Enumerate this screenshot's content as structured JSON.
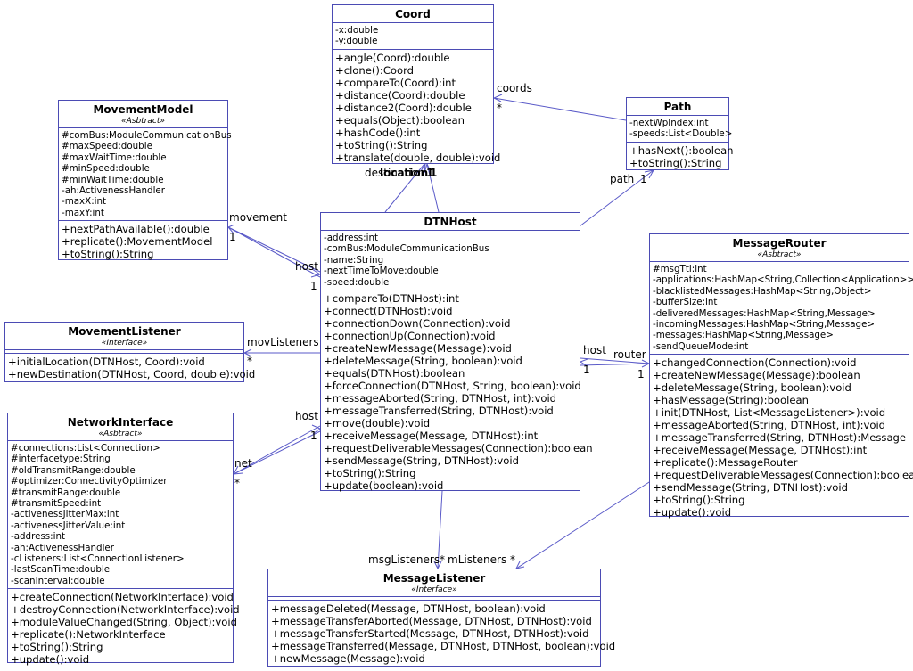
{
  "classes": {
    "coord": {
      "name": "Coord",
      "attributes": [
        "-x:double",
        "-y:double"
      ],
      "operations": [
        "+angle(Coord):double",
        "+clone():Coord",
        "+compareTo(Coord):int",
        "+distance(Coord):double",
        "+distance2(Coord):double",
        "+equals(Object):boolean",
        "+hashCode():int",
        "+toString():String",
        "+translate(double, double):void"
      ]
    },
    "path": {
      "name": "Path",
      "attributes": [
        "-nextWpIndex:int",
        "-speeds:List<Double>"
      ],
      "operations": [
        "+hasNext():boolean",
        "+toString():String"
      ]
    },
    "movement_model": {
      "name": "MovementModel",
      "stereotype": "«Asbtract»",
      "attributes": [
        "#comBus:ModuleCommunicationBus",
        "#maxSpeed:double",
        "#maxWaitTime:double",
        "#minSpeed:double",
        "#minWaitTime:double",
        "-ah:ActivenessHandler",
        "-maxX:int",
        "-maxY:int"
      ],
      "operations": [
        "+nextPathAvailable():double",
        "+replicate():MovementModel",
        "+toString():String"
      ]
    },
    "dtn_host": {
      "name": "DTNHost",
      "attributes": [
        "-address:int",
        "-comBus:ModuleCommunicationBus",
        "-name:String",
        "-nextTimeToMove:double",
        "-speed:double"
      ],
      "operations": [
        "+compareTo(DTNHost):int",
        "+connect(DTNHost):void",
        "+connectionDown(Connection):void",
        "+connectionUp(Connection):void",
        "+createNewMessage(Message):void",
        "+deleteMessage(String, boolean):void",
        "+equals(DTNHost):boolean",
        "+forceConnection(DTNHost, String, boolean):void",
        "+messageAborted(String, DTNHost, int):void",
        "+messageTransferred(String, DTNHost):void",
        "+move(double):void",
        "+receiveMessage(Message, DTNHost):int",
        "+requestDeliverableMessages(Connection):boolean",
        "+sendMessage(String, DTNHost):void",
        "+toString():String",
        "+update(boolean):void"
      ]
    },
    "message_router": {
      "name": "MessageRouter",
      "stereotype": "«Asbtract»",
      "attributes": [
        "#msgTtl:int",
        "-applications:HashMap<String,Collection<Application>>",
        "-blacklistedMessages:HashMap<String,Object>",
        "-bufferSize:int",
        "-deliveredMessages:HashMap<String,Message>",
        "-incomingMessages:HashMap<String,Message>",
        "-messages:HashMap<String,Message>",
        "-sendQueueMode:int"
      ],
      "operations": [
        "+changedConnection(Connection):void",
        "+createNewMessage(Message):boolean",
        "+deleteMessage(String, boolean):void",
        "+hasMessage(String):boolean",
        "+init(DTNHost, List<MessageListener>):void",
        "+messageAborted(String, DTNHost, int):void",
        "+messageTransferred(String, DTNHost):Message",
        "+receiveMessage(Message, DTNHost):int",
        "+replicate():MessageRouter",
        "+requestDeliverableMessages(Connection):boolean",
        "+sendMessage(String, DTNHost):void",
        "+toString():String",
        "+update():void"
      ]
    },
    "movement_listener": {
      "name": "MovementListener",
      "stereotype": "«Interface»",
      "attributes": [],
      "operations": [
        "+initialLocation(DTNHost, Coord):void",
        "+newDestination(DTNHost, Coord, double):void"
      ]
    },
    "network_interface": {
      "name": "NetworkInterface",
      "stereotype": "«Asbtract»",
      "attributes": [
        "#connections:List<Connection>",
        "#interfacetype:String",
        "#oldTransmitRange:double",
        "#optimizer:ConnectivityOptimizer",
        "#transmitRange:double",
        "#transmitSpeed:int",
        "-activenessJitterMax:int",
        "-activenessJitterValue:int",
        "-address:int",
        "-ah:ActivenessHandler",
        "-cListeners:List<ConnectionListener>",
        "-lastScanTime:double",
        "-scanInterval:double"
      ],
      "operations": [
        "+createConnection(NetworkInterface):void",
        "+destroyConnection(NetworkInterface):void",
        "+moduleValueChanged(String, Object):void",
        "+replicate():NetworkInterface",
        "+toString():String",
        "+update():void"
      ]
    },
    "message_listener": {
      "name": "MessageListener",
      "stereotype": "«Interface»",
      "attributes": [],
      "operations": [
        "+messageDeleted(Message, DTNHost, boolean):void",
        "+messageTransferAborted(Message, DTNHost, DTNHost):void",
        "+messageTransferStarted(Message, DTNHost, DTNHost):void",
        "+messageTransferred(Message, DTNHost, DTNHost, boolean):void",
        "+newMessage(Message):void"
      ]
    }
  },
  "labels": {
    "coords": "coords",
    "coords_mult": "*",
    "destination": "destination",
    "location": "location",
    "dest_mult": "1",
    "loc_mult": "1",
    "path": "path",
    "path_mult": "1",
    "movement": "movement",
    "movement_mult": "1",
    "host_mm": "host",
    "host_mm_mult": "1",
    "mov_listeners": "movListeners",
    "mov_listeners_mult": "*",
    "host_router": "host",
    "host_router_mult": "1",
    "router": "router",
    "router_mult": "1",
    "host_net": "host",
    "host_net_mult": "1",
    "net": "net",
    "net_mult": "*",
    "msg_listeners": "msgListeners",
    "msg_listeners_mult": "*",
    "m_listeners": "mListeners",
    "m_listeners_mult": "*"
  },
  "colors": {
    "line": "#4b4bb4",
    "border": "#4b4bb4"
  }
}
